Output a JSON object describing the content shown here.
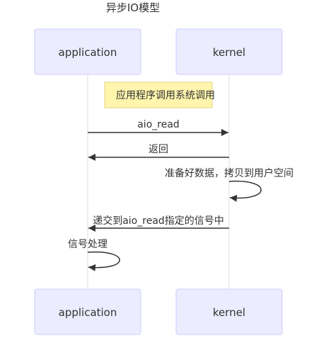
{
  "title": "异步IO模型",
  "participants": [
    {
      "id": "app",
      "label": "application"
    },
    {
      "id": "kernel",
      "label": "kernel"
    }
  ],
  "note": {
    "over": "app,kernel",
    "text": "应用程序调用系统调用"
  },
  "messages": [
    {
      "from": "app",
      "to": "kernel",
      "text": "aio_read",
      "style": "solid"
    },
    {
      "from": "kernel",
      "to": "app",
      "text": "返回",
      "style": "solid"
    },
    {
      "from": "kernel",
      "to": "kernel",
      "text": "准备好数据，拷贝到用户空间",
      "style": "solid"
    },
    {
      "from": "kernel",
      "to": "app",
      "text": "递交到aio_read指定的信号中",
      "style": "solid"
    },
    {
      "from": "app",
      "to": "app",
      "text": "信号处理",
      "style": "solid"
    }
  ],
  "colors": {
    "actor_fill": "#ececff",
    "actor_stroke": "#ccccff",
    "note_fill": "#fff5ad",
    "note_stroke": "#e6d280",
    "line": "#333333",
    "lifeline": "#dddddd"
  }
}
